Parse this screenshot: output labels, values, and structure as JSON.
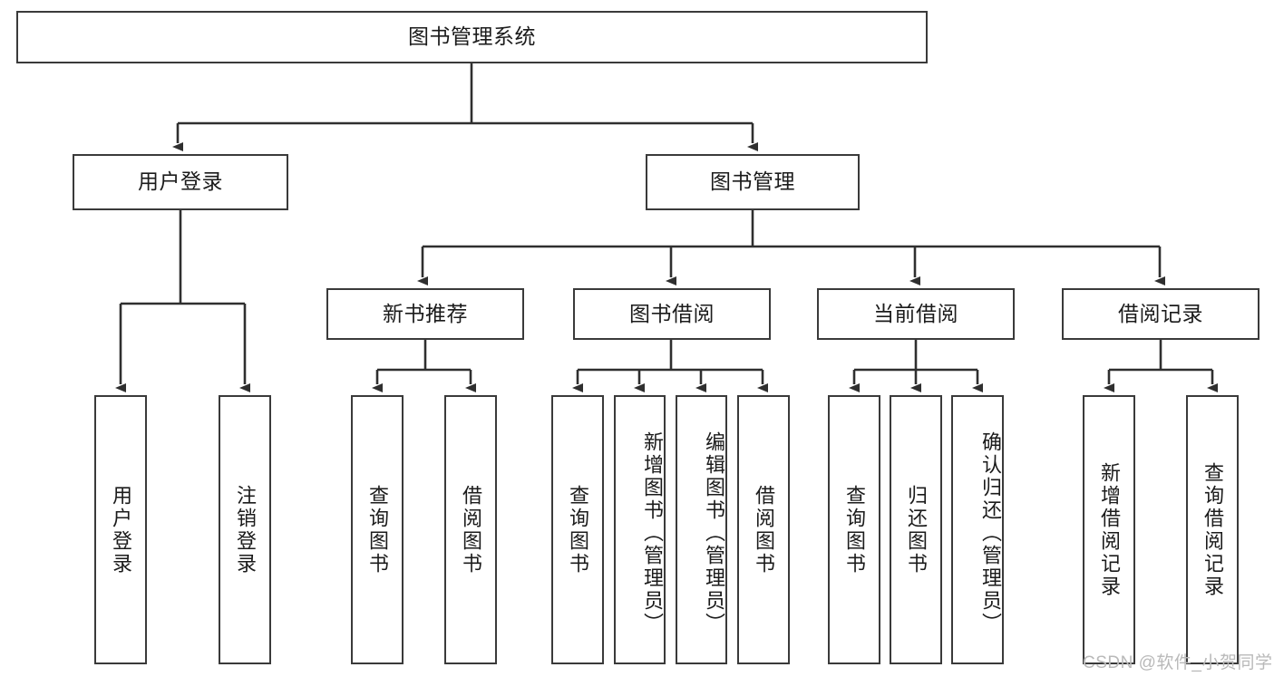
{
  "diagram": {
    "type": "tree-hierarchy-chart",
    "title": "图书管理系统",
    "watermark": "CSDN @软件_小贺同学",
    "colors": {
      "box_border": "#3a3a3a",
      "box_fill": "#ffffff",
      "connector": "#2f2f2f",
      "text": "#1b1b1b",
      "watermark": "#b9b9b9"
    },
    "root": {
      "label": "图书管理系统"
    },
    "level2": [
      {
        "id": "user-login",
        "label": "用户登录"
      },
      {
        "id": "book-manage",
        "label": "图书管理"
      }
    ],
    "level3": [
      {
        "id": "new-book-recommend",
        "label": "新书推荐"
      },
      {
        "id": "book-borrow",
        "label": "图书借阅"
      },
      {
        "id": "current-borrow",
        "label": "当前借阅"
      },
      {
        "id": "borrow-record",
        "label": "借阅记录"
      }
    ],
    "leaves": {
      "user_login": [
        {
          "id": "leaf-user-login",
          "label": "用户登录"
        },
        {
          "id": "leaf-logout-login",
          "label": "注销登录"
        }
      ],
      "new_book_recommend": [
        {
          "id": "leaf-query-book-1",
          "label": "查询图书"
        },
        {
          "id": "leaf-borrow-book-1",
          "label": "借阅图书"
        }
      ],
      "book_borrow": [
        {
          "id": "leaf-query-book-2",
          "label": "查询图书"
        },
        {
          "id": "leaf-add-book-admin",
          "label": "新增图书（管理员）"
        },
        {
          "id": "leaf-edit-book-admin",
          "label": "编辑图书（管理员）"
        },
        {
          "id": "leaf-borrow-book-2",
          "label": "借阅图书"
        }
      ],
      "current_borrow": [
        {
          "id": "leaf-query-book-3",
          "label": "查询图书"
        },
        {
          "id": "leaf-return-book",
          "label": "归还图书"
        },
        {
          "id": "leaf-confirm-return-admin",
          "label": "确认归还（管理员）"
        }
      ],
      "borrow_record": [
        {
          "id": "leaf-add-borrow-record",
          "label": "新增借阅记录"
        },
        {
          "id": "leaf-query-borrow-record",
          "label": "查询借阅记录"
        }
      ]
    }
  }
}
